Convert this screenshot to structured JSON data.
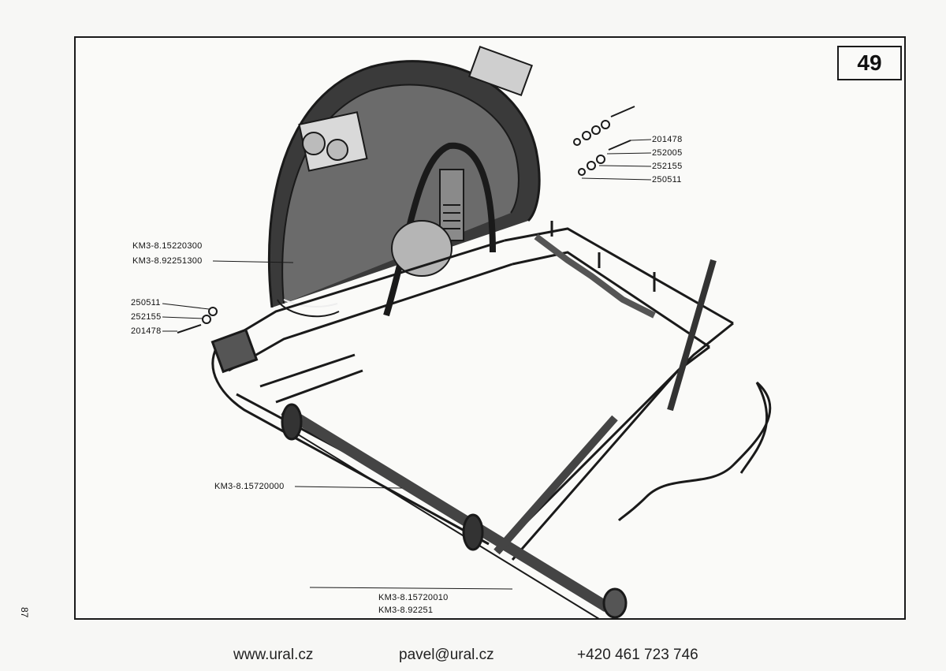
{
  "page_number": "49",
  "side_number": "87",
  "labels": {
    "fender_part_1": "KM3-8.15220300",
    "fender_part_2": "KM3-8.92251300",
    "bolt_left_1": "250511",
    "bolt_left_2": "252155",
    "bolt_left_3": "201478",
    "bolt_right_1": "201478",
    "bolt_right_2": "252005",
    "bolt_right_3": "252155",
    "bolt_right_4": "250511",
    "axle_part": "KM3-8.15720000",
    "frame_part_1": "KM3-8.15720010",
    "frame_part_2": "KM3-8.92251"
  },
  "footer": {
    "website": "www.ural.cz",
    "email": "pavel@ural.cz",
    "phone": "+420 461 723 746"
  }
}
